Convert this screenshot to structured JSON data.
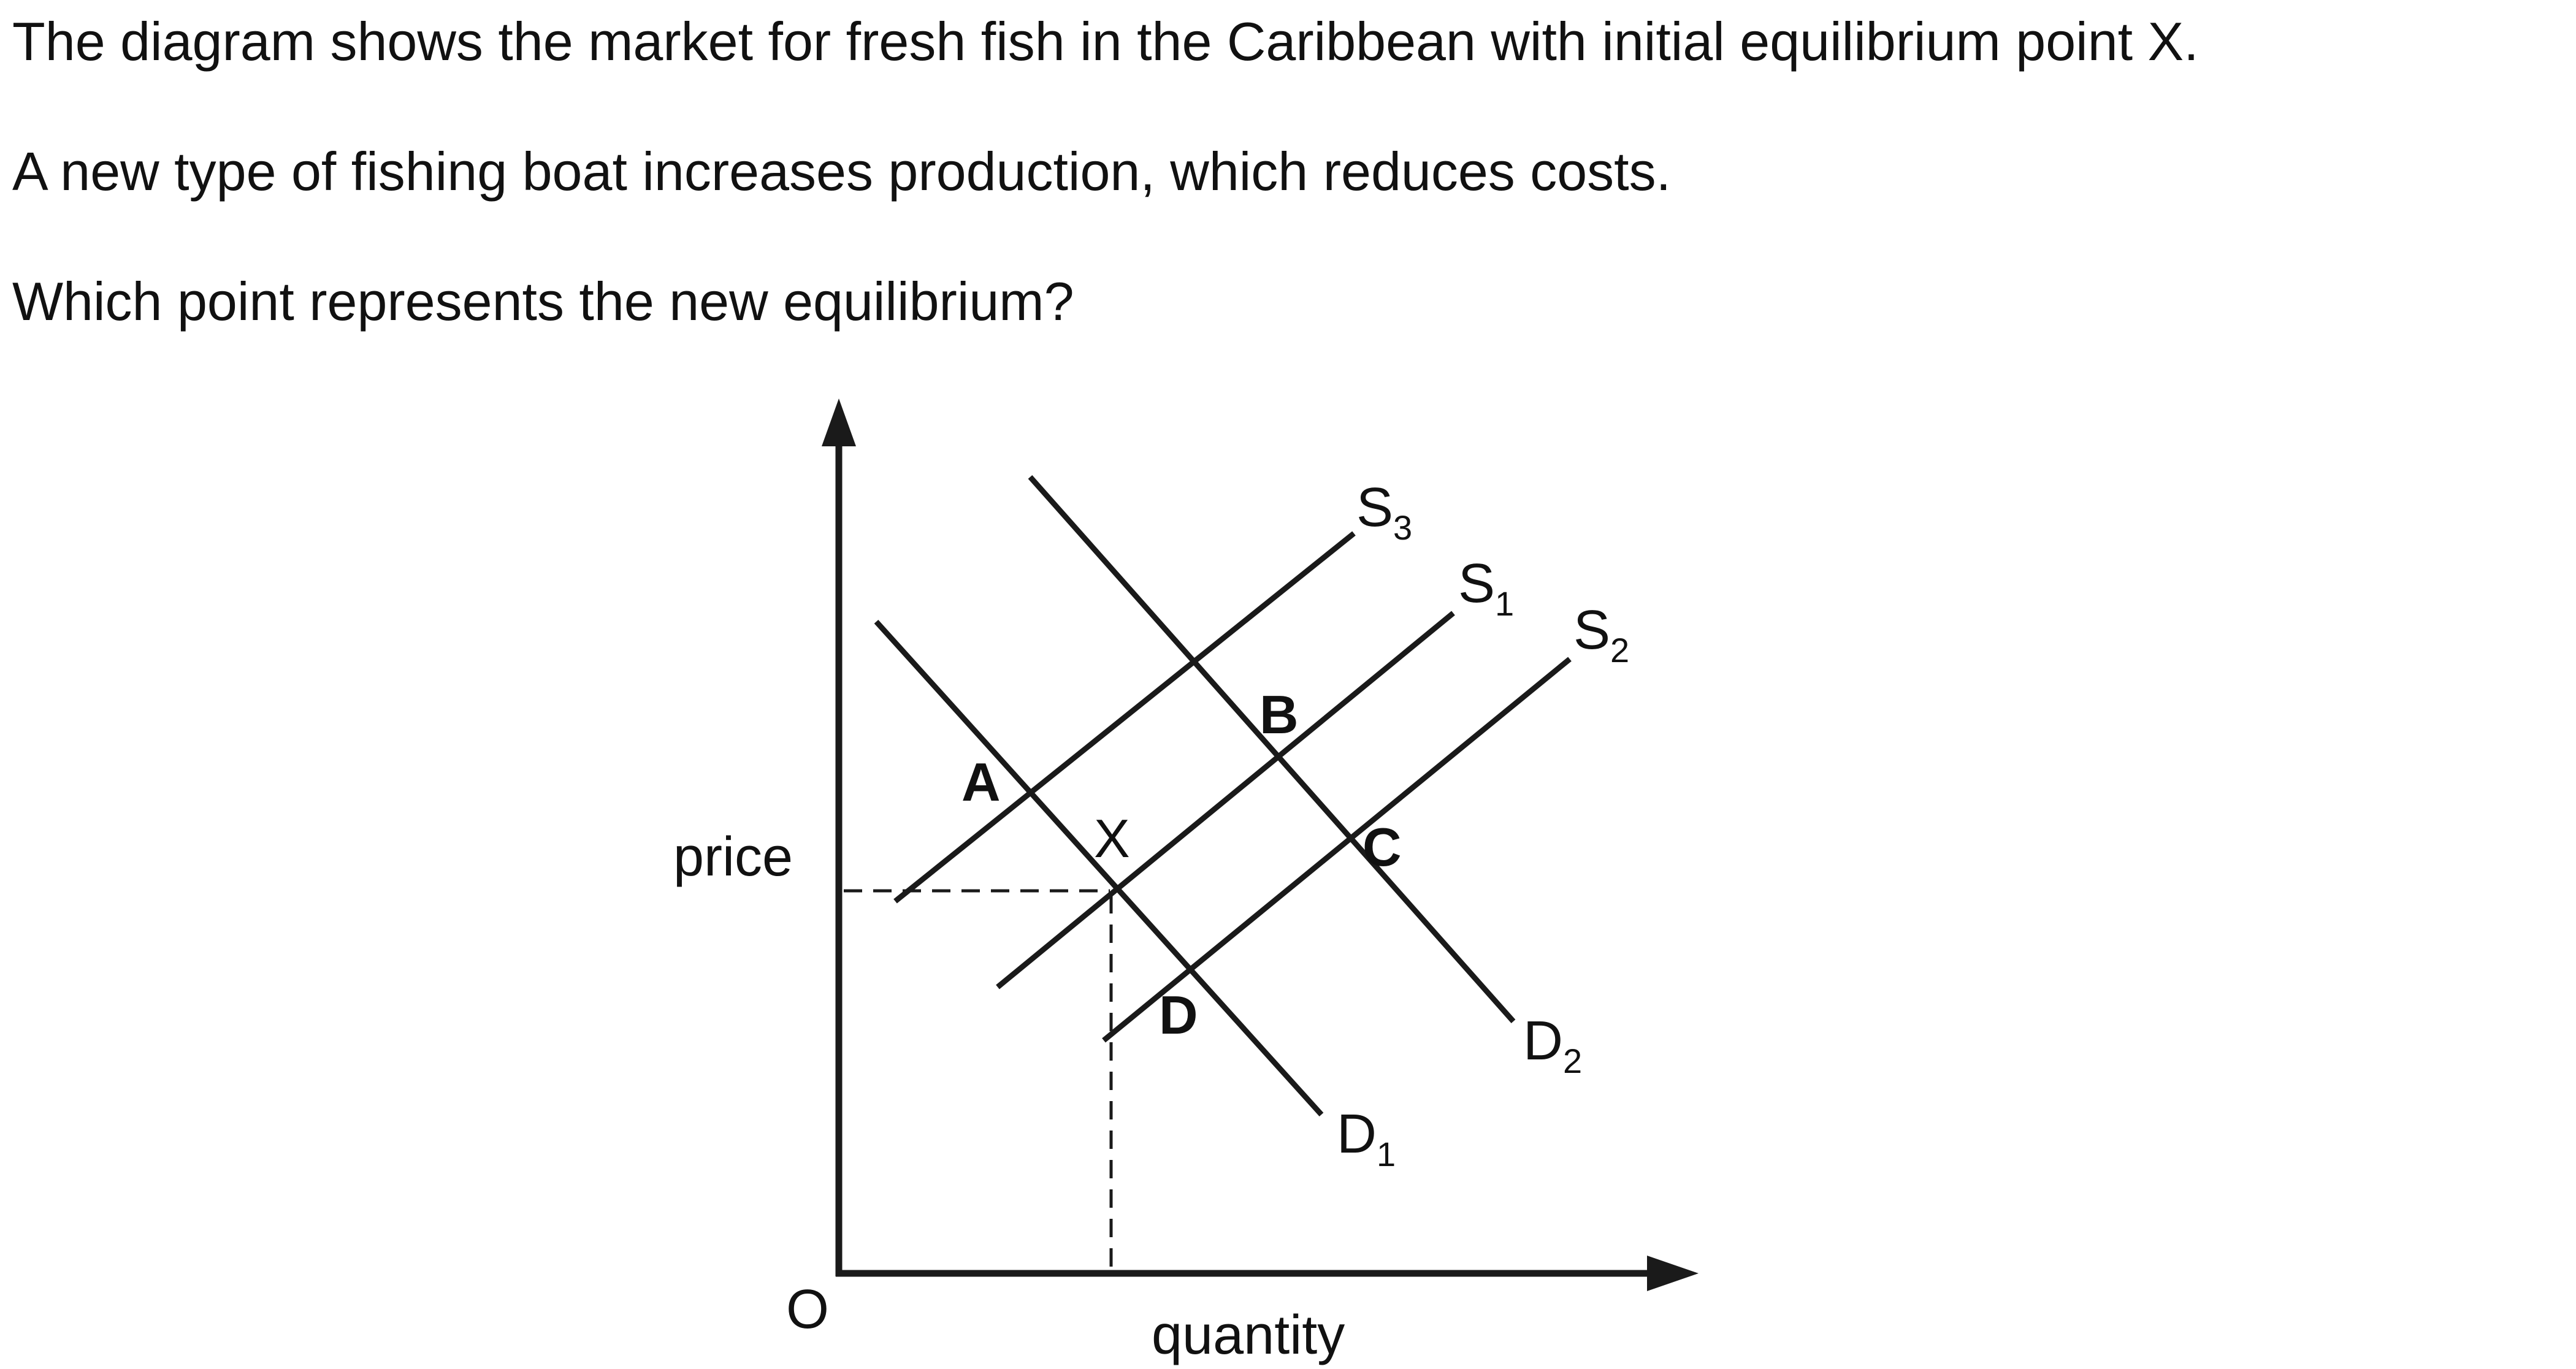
{
  "question": {
    "line1": "The diagram shows the market for fresh fish in the Caribbean with initial equilibrium point X.",
    "line2": "A new type of fishing boat increases production, which reduces costs.",
    "line3": "Which point represents the new equilibrium?"
  },
  "diagram": {
    "axes": {
      "y_label": "price",
      "x_label": "quantity",
      "origin": "O"
    },
    "supply_curves": [
      {
        "letter": "S",
        "sub": "3"
      },
      {
        "letter": "S",
        "sub": "1"
      },
      {
        "letter": "S",
        "sub": "2"
      }
    ],
    "demand_curves": [
      {
        "letter": "D",
        "sub": "1"
      },
      {
        "letter": "D",
        "sub": "2"
      }
    ],
    "points": {
      "initial": "X",
      "options": [
        "A",
        "B",
        "C",
        "D"
      ]
    }
  }
}
